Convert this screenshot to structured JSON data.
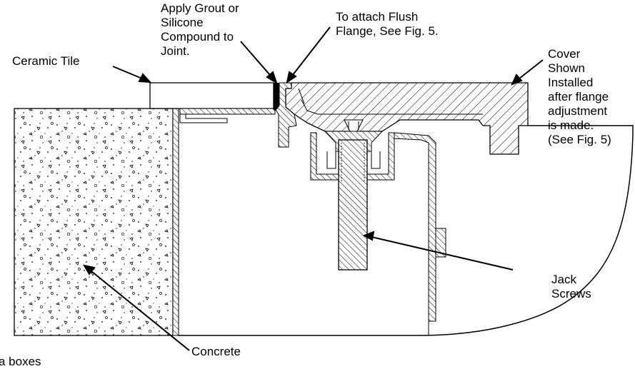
{
  "labels": {
    "ceramic_tile": "Ceramic Tile",
    "grout": "Apply Grout or\nSilicone\nCompound to\nJoint.",
    "flush_flange": "To attach Flush\nFlange, See Fig. 5.",
    "cover": "Cover\nShown\nInstalled\nafter flange\nadjustment\nis made.\n(See Fig. 5)",
    "jack_screws": "Jack\nScrews",
    "concrete": "Concrete",
    "cut_off": "a boxes"
  }
}
